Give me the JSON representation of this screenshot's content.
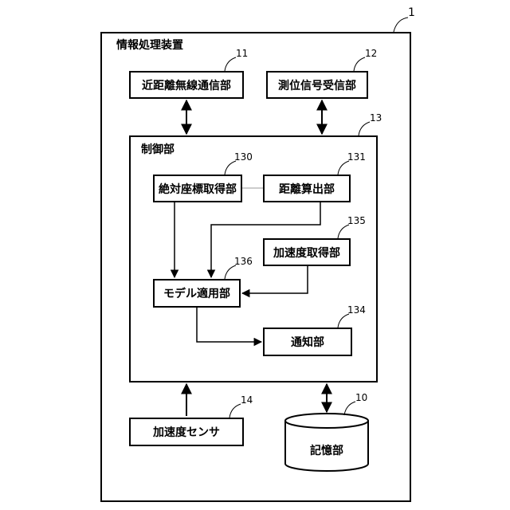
{
  "refs": {
    "outer": "1",
    "short_range_comm": "11",
    "positioning": "12",
    "control": "13",
    "abs_coord": "130",
    "distance_calc": "131",
    "accel_acq": "135",
    "model_apply": "136",
    "notify": "134",
    "accel_sensor": "14",
    "storage": "10"
  },
  "labels": {
    "outer_title": "情報処理装置",
    "short_range_comm": "近距離無線通信部",
    "positioning": "測位信号受信部",
    "control_title": "制御部",
    "abs_coord": "絶対座標取得部",
    "distance_calc": "距離算出部",
    "accel_acq": "加速度取得部",
    "model_apply": "モデル適用部",
    "notify": "通知部",
    "accel_sensor": "加速度センサ",
    "storage": "記憶部"
  }
}
